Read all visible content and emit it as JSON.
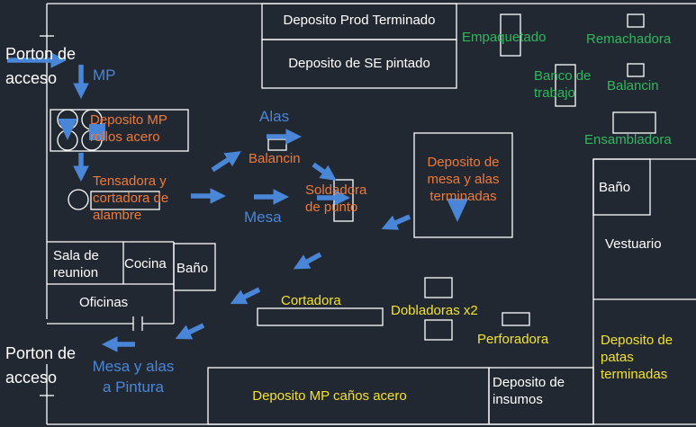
{
  "colors": {
    "background": "#222831",
    "walls": "#ffffff",
    "flow_arrows": "#4a86d8",
    "production_labels": "#ee7a3a",
    "assembly_labels": "#2fb85c",
    "finishing_labels": "#f2e22c",
    "flow_labels": "#4a86d8"
  },
  "areas": {
    "porton_acceso_top": "Porton de\nacceso",
    "mp": "MP",
    "deposito_mp_rollos": "Deposito MP\nrollos acero",
    "tensadora": "Tensadora y\ncortadora de\nalambre",
    "alas": "Alas",
    "balancin_1": "Balancin",
    "mesa": "Mesa",
    "soldadora": "Soldadora\nde punto",
    "deposito_mesa_alas": "Deposito de\nmesa y alas\nterminadas",
    "deposito_prod_terminado": "Deposito Prod Terminado",
    "deposito_se_pintado": "Deposito de SE pintado",
    "empaquetado": "Empaquetado",
    "remachadora": "Remachadora",
    "banco_trabajo": "Banco de\ntrabajo",
    "balancin_2": "Balancin",
    "ensambladora": "Ensambladora",
    "bano_right": "Baño",
    "vestuario": "Vestuario",
    "sala_reunion": "Sala de\nreunion",
    "cocina": "Cocina",
    "bano_left": "Baño",
    "oficinas": "Oficinas",
    "cortadora": "Cortadora",
    "dobladoras": "Dobladoras x2",
    "perforadora": "Perforadora",
    "deposito_patas": "Deposito de\npatas\nterminadas",
    "porton_acceso_bottom": "Porton de\nacceso",
    "mesa_alas_pintura": "Mesa y alas\na Pintura",
    "deposito_mp_canos": "Deposito MP caños acero",
    "deposito_insumos": "Deposito de\ninsumos"
  }
}
